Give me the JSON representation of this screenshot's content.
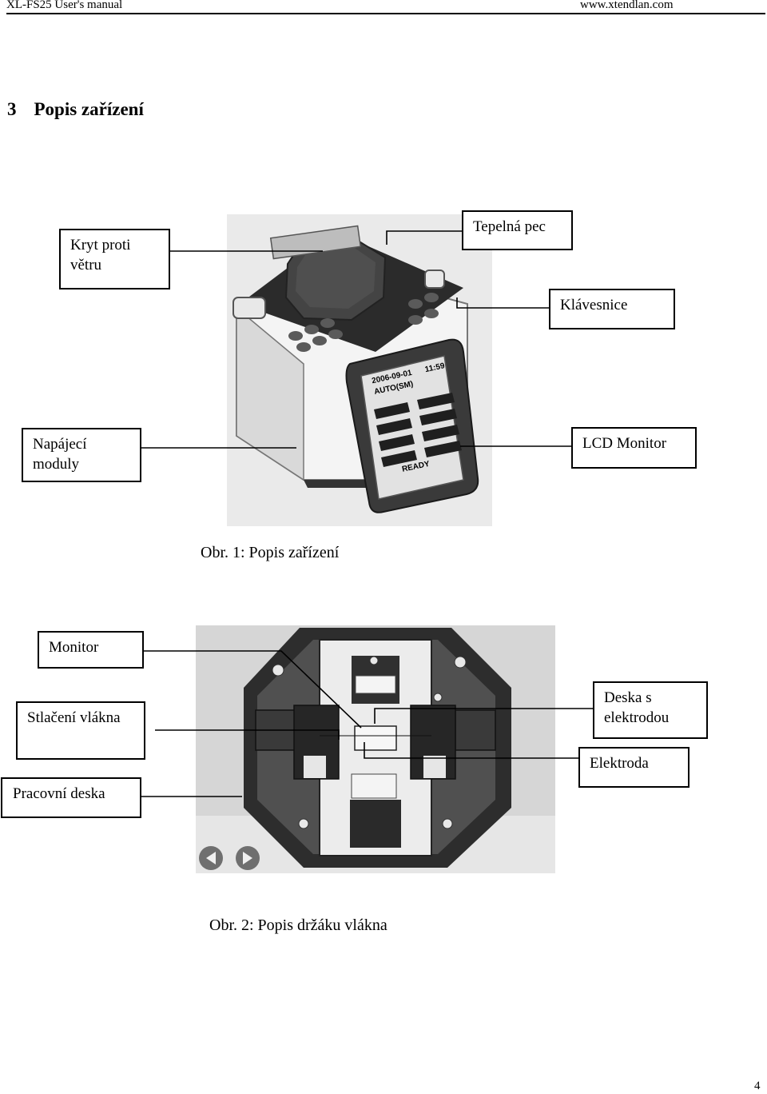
{
  "header": {
    "left": "XL-FS25 User's manual",
    "right": "www.xtendlan.com"
  },
  "section": {
    "number": "3",
    "title": "Popis zařízení"
  },
  "figure1": {
    "caption": "Obr. 1: Popis zařízení",
    "labels": {
      "kryt": "Kryt proti větru",
      "pec": "Tepelná pec",
      "klavesnice": "Klávesnice",
      "napajeci": "Napájecí moduly",
      "lcd": "LCD Monitor"
    },
    "screen": {
      "date": "2006-09-01",
      "time": "11:59",
      "mode": "AUTO(SM)",
      "status": "READY"
    }
  },
  "figure2": {
    "caption": "Obr. 2: Popis držáku vlákna",
    "labels": {
      "monitor": "Monitor",
      "stlaceni": "Stlačení vlákna",
      "pracovni": "Pracovní deska",
      "deska": "Deska s elektrodou",
      "elektroda": "Elektroda"
    }
  },
  "page_number": "4"
}
